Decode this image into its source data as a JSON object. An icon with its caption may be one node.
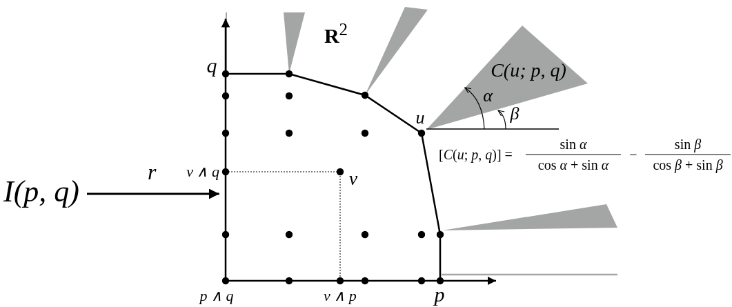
{
  "diagram": {
    "nodes": [
      {
        "text": [
          "I(p, q)"
        ]
      },
      {
        "text": [],
        "shape": "picture"
      }
    ],
    "edges": [
      {
        "from": 0,
        "to": 1,
        "arrow": "to",
        "label": "r"
      }
    ],
    "labels": [
      "**R**$^{2}$",
      "q",
      "C(u; p, q)",
      "α",
      "β",
      "u",
      "[*C*(*u*; *p*, *q*)] =",
      "sin *α*",
      "cos *α* + sin *α*",
      "−",
      "sin *β*",
      "cos *β* + sin *β*",
      "v ∧ q",
      "v",
      "p ∧ q",
      "v ∧ p",
      "p"
    ]
  }
}
